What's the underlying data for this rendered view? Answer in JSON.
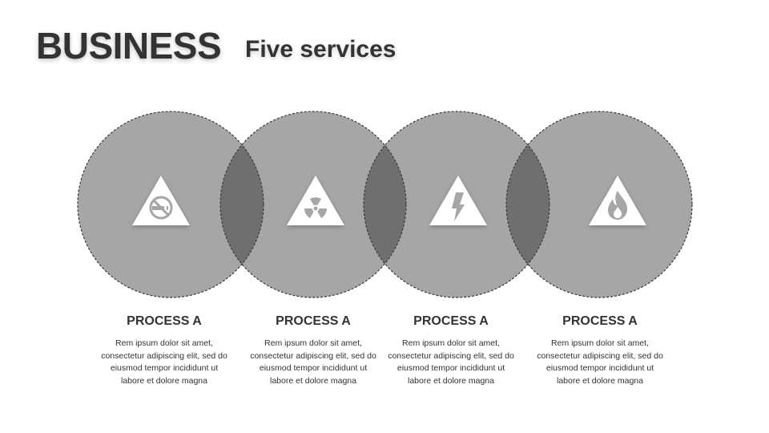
{
  "header": {
    "title": "BUSINESS",
    "subtitle": "Five services"
  },
  "colors": {
    "circle_fill": "#a6a6a6",
    "overlap_fill": "#6f6f6f",
    "circle_stroke": "#3a3a3a",
    "icon_triangle": "#ffffff",
    "icon_glyph": "#a6a6a6"
  },
  "steps": [
    {
      "icon": "no-smoking-icon",
      "title": "PROCESS A",
      "text": "Rem ipsum dolor sit amet, consectetur adipiscing elit, sed do eiusmod tempor incididunt ut labore et dolore magna"
    },
    {
      "icon": "radiation-icon",
      "title": "PROCESS A",
      "text": "Rem ipsum dolor sit amet, consectetur adipiscing elit, sed do eiusmod tempor incididunt ut labore et dolore magna"
    },
    {
      "icon": "lightning-icon",
      "title": "PROCESS A",
      "text": "Rem ipsum dolor sit amet, consectetur adipiscing elit, sed do eiusmod tempor incididunt ut labore et dolore magna"
    },
    {
      "icon": "fire-icon",
      "title": "PROCESS A",
      "text": "Rem ipsum dolor sit amet, consectetur adipiscing elit, sed do eiusmod tempor incididunt ut labore et dolore magna"
    }
  ]
}
